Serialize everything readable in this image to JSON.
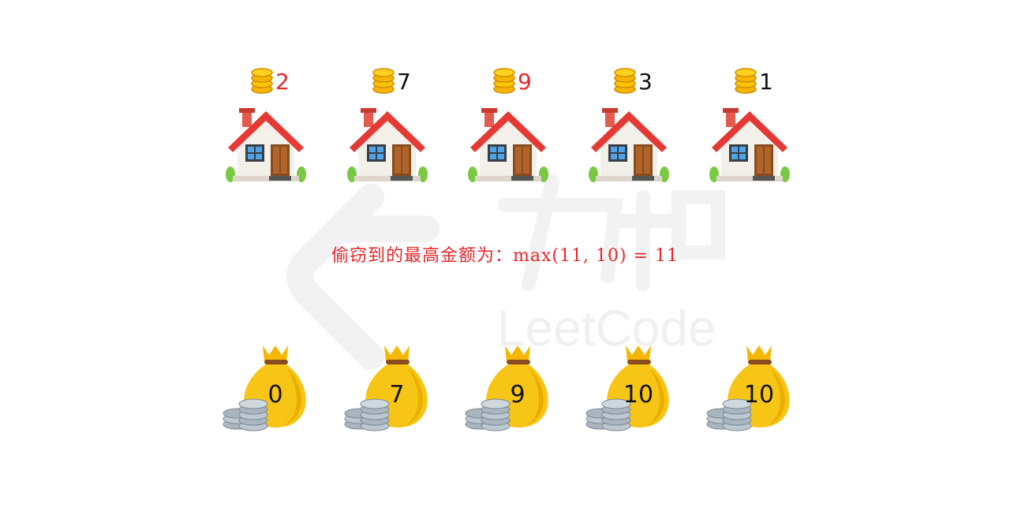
{
  "houses": [
    {
      "amount": "2",
      "color": "#e8262b"
    },
    {
      "amount": "7",
      "color": "#111111"
    },
    {
      "amount": "9",
      "color": "#e8262b"
    },
    {
      "amount": "3",
      "color": "#111111"
    },
    {
      "amount": "1",
      "color": "#111111"
    }
  ],
  "caption": "偷窃到的最高金额为：max(11, 10) = 11",
  "dp": [
    "0",
    "7",
    "9",
    "10",
    "10"
  ],
  "icons": {
    "coin": "coin-stack-icon",
    "house": "house-icon",
    "bag": "money-bag-icon"
  },
  "watermark": {
    "text": "LeetCode",
    "cn": "力扣"
  }
}
